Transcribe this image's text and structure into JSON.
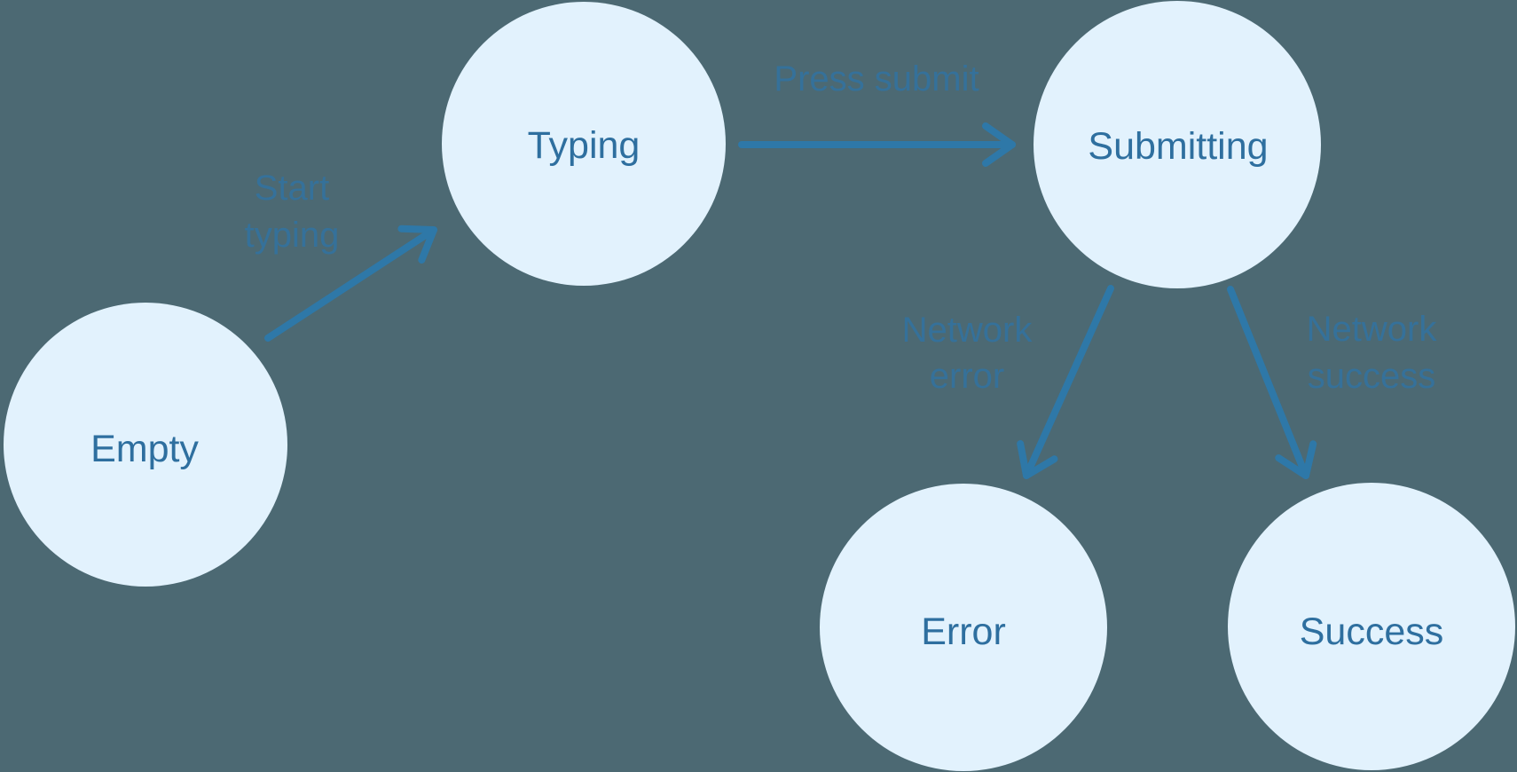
{
  "diagram": {
    "type": "state-machine",
    "background_color": "#4C6973",
    "node_fill_color": "#E2F2FD",
    "node_label_color": "#2E6F9F",
    "arrow_color": "#2E78A8",
    "edge_label_color": "#35719A",
    "nodes": [
      {
        "id": "empty",
        "label": "Empty"
      },
      {
        "id": "typing",
        "label": "Typing"
      },
      {
        "id": "submitting",
        "label": "Submitting"
      },
      {
        "id": "error",
        "label": "Error"
      },
      {
        "id": "success",
        "label": "Success"
      }
    ],
    "edges": [
      {
        "from": "empty",
        "to": "typing",
        "label": "Start typing",
        "line1": "Start",
        "line2": "typing"
      },
      {
        "from": "typing",
        "to": "submitting",
        "label": "Press submit",
        "line1": "Press submit",
        "line2": ""
      },
      {
        "from": "submitting",
        "to": "error",
        "label": "Network error",
        "line1": "Network",
        "line2": "error"
      },
      {
        "from": "submitting",
        "to": "success",
        "label": "Network success",
        "line1": "Network",
        "line2": "success"
      }
    ]
  }
}
